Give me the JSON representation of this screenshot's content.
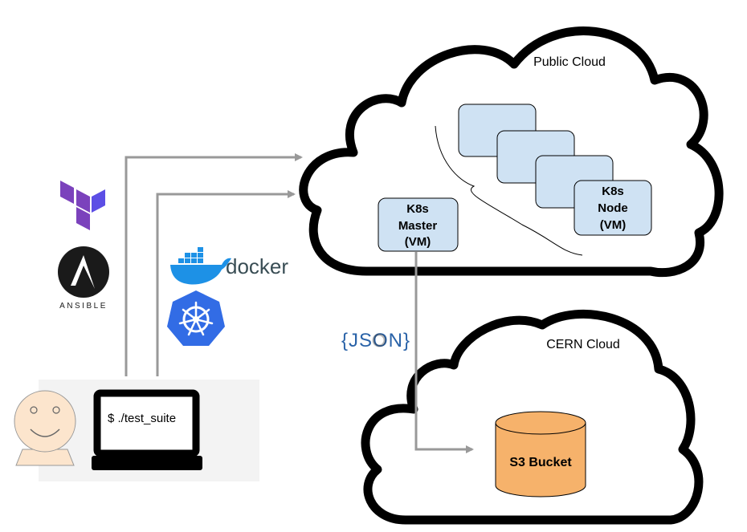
{
  "clouds": {
    "public": {
      "label": "Public Cloud"
    },
    "cern": {
      "label": "CERN Cloud"
    }
  },
  "k8s": {
    "master": {
      "line1": "K8s",
      "line2": "Master",
      "line3": "(VM)"
    },
    "node": {
      "line1": "K8s",
      "line2": "Node",
      "line3": "(VM)"
    }
  },
  "storage": {
    "label": "S3 Bucket"
  },
  "terminal": {
    "command": "$ ./test_suite"
  },
  "logos": {
    "ansible_text": "ANSIBLE",
    "docker_text": "docker",
    "json_text": "{JSON}"
  },
  "icons": {
    "user": "smiley-face-icon",
    "laptop": "laptop-icon",
    "terraform": "terraform-logo",
    "ansible": "ansible-logo",
    "docker": "docker-logo",
    "kubernetes": "kubernetes-logo",
    "json": "json-logo"
  },
  "colors": {
    "vm_fill": "#cfe2f3",
    "bucket_fill": "#f6b26b",
    "face_fill": "#fce5cd",
    "arrow": "#999999",
    "terraform": "#7b42bc",
    "docker": "#1d91e6",
    "kubernetes": "#326ce5",
    "json": "#2a63a8"
  }
}
